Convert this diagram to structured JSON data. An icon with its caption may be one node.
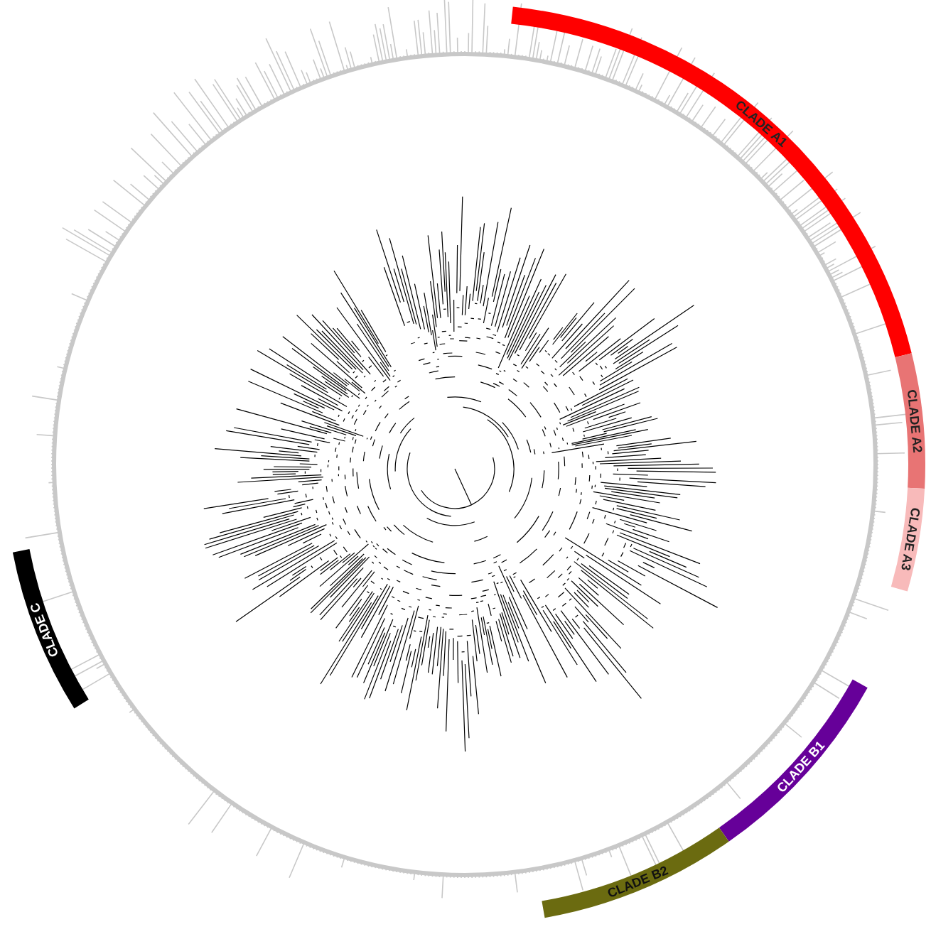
{
  "diagram": {
    "nodes": [
      {
        "text": [
          "CLADE A1"
        ]
      },
      {
        "text": [
          "CLADE A2"
        ]
      },
      {
        "text": [
          "CLADE A3"
        ]
      },
      {
        "text": [
          "CLADE B1"
        ]
      },
      {
        "text": [
          "CLADE B2"
        ]
      },
      {
        "text": [
          "CLADE C"
        ]
      }
    ]
  }
}
